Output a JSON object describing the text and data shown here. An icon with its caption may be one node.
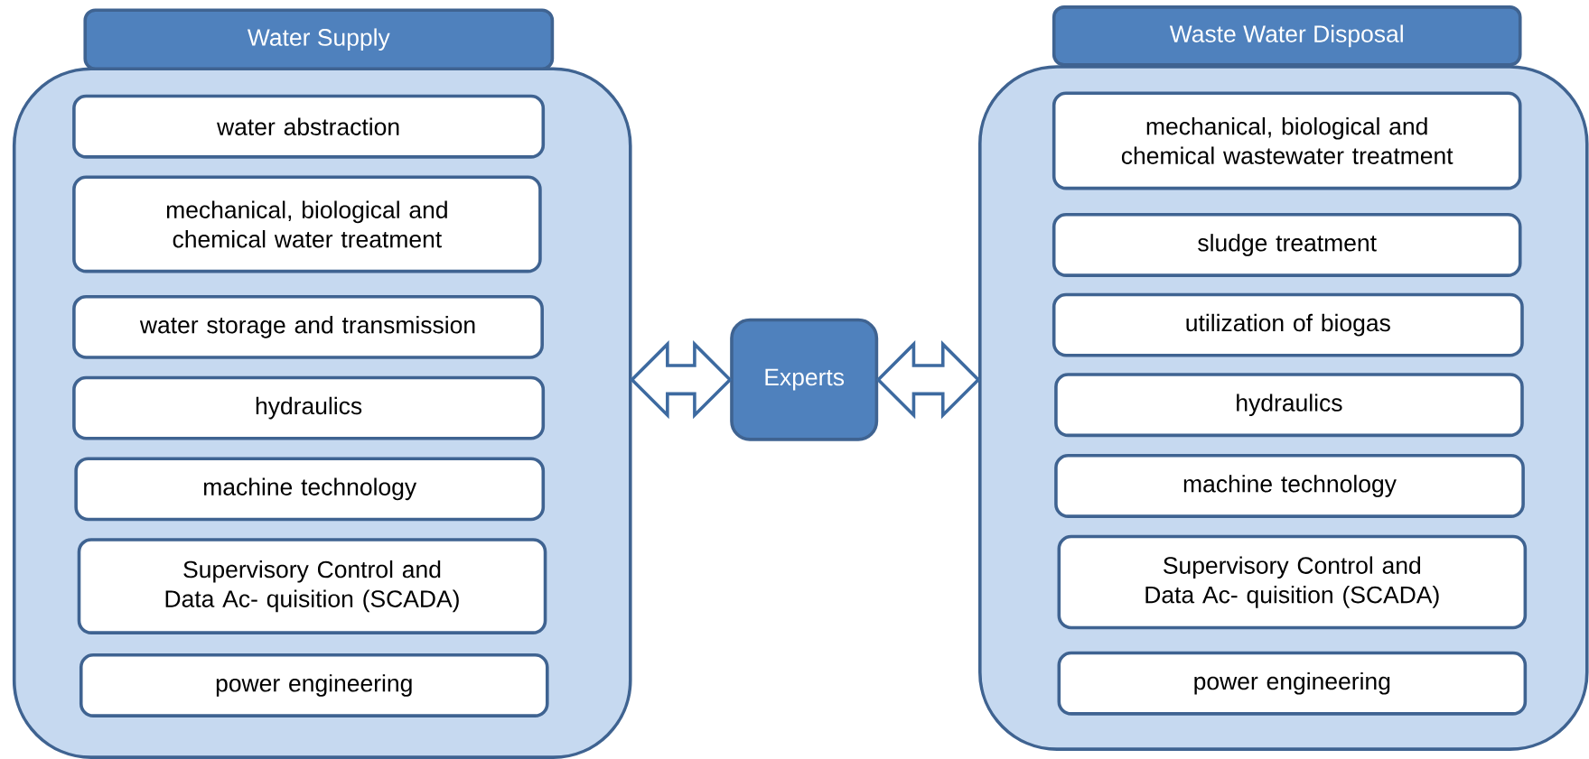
{
  "diagram": {
    "nodes": [
      {
        "text": [
          "Water Supply"
        ]
      },
      {
        "text": [
          "water abstraction"
        ],
        "in": 0
      },
      {
        "text": [
          "mechanical, biological and chemical water treatment"
        ],
        "in": 0
      },
      {
        "text": [
          "water storage and transmission"
        ],
        "in": 0
      },
      {
        "text": [
          "hydraulics"
        ],
        "in": 0
      },
      {
        "text": [
          "machine technology"
        ],
        "in": 0
      },
      {
        "text": [
          "Supervisory Control and Data Ac- quisition (SCADA)"
        ],
        "in": 0
      },
      {
        "text": [
          "power engineering"
        ],
        "in": 0
      },
      {
        "text": [
          "Experts"
        ]
      },
      {
        "text": [
          "Waste Water Disposal"
        ]
      },
      {
        "text": [
          "mechanical, biological and chemical wastewater treatment"
        ],
        "in": 9
      },
      {
        "text": [
          "sludge treatment"
        ],
        "in": 9
      },
      {
        "text": [
          "utilization of biogas"
        ],
        "in": 9
      },
      {
        "text": [
          "hydraulics"
        ],
        "in": 9
      },
      {
        "text": [
          "machine technology"
        ],
        "in": 9
      },
      {
        "text": [
          "Supervisory Control and Data Ac- quisition (SCADA)"
        ],
        "in": 9
      },
      {
        "text": [
          "power engineering"
        ],
        "in": 9
      }
    ],
    "edges": [
      {
        "from": 8,
        "to": 0,
        "arrow": "both"
      },
      {
        "from": 8,
        "to": 9,
        "arrow": "both"
      }
    ]
  }
}
